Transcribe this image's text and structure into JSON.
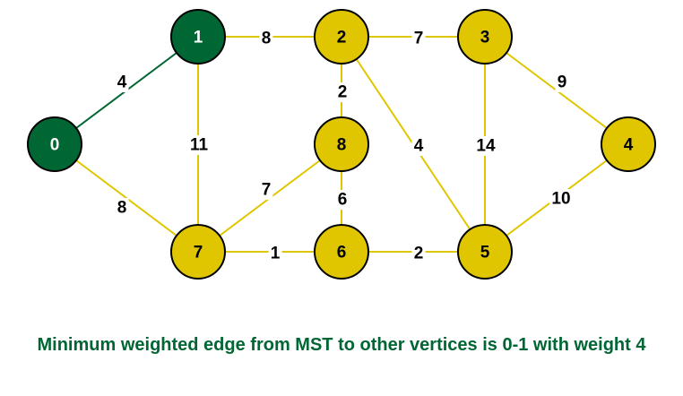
{
  "colors": {
    "mst_node": "#006633",
    "mst_edge": "#006633",
    "other_node": "#e0c600",
    "other_edge": "#e0c600",
    "mst_label": "#ffffff",
    "other_label": "#000000",
    "caption": "#006633"
  },
  "graph": {
    "nodes": [
      {
        "id": "0",
        "label": "0",
        "in_mst": true
      },
      {
        "id": "1",
        "label": "1",
        "in_mst": true
      },
      {
        "id": "2",
        "label": "2",
        "in_mst": false
      },
      {
        "id": "3",
        "label": "3",
        "in_mst": false
      },
      {
        "id": "4",
        "label": "4",
        "in_mst": false
      },
      {
        "id": "5",
        "label": "5",
        "in_mst": false
      },
      {
        "id": "6",
        "label": "6",
        "in_mst": false
      },
      {
        "id": "7",
        "label": "7",
        "in_mst": false
      },
      {
        "id": "8",
        "label": "8",
        "in_mst": false
      }
    ],
    "edges": [
      {
        "from": "0",
        "to": "1",
        "weight": "4",
        "in_mst": true
      },
      {
        "from": "0",
        "to": "7",
        "weight": "8",
        "in_mst": false
      },
      {
        "from": "1",
        "to": "2",
        "weight": "8",
        "in_mst": false
      },
      {
        "from": "1",
        "to": "7",
        "weight": "11",
        "in_mst": false
      },
      {
        "from": "2",
        "to": "3",
        "weight": "7",
        "in_mst": false
      },
      {
        "from": "2",
        "to": "8",
        "weight": "2",
        "in_mst": false
      },
      {
        "from": "2",
        "to": "5",
        "weight": "4",
        "in_mst": false
      },
      {
        "from": "3",
        "to": "4",
        "weight": "9",
        "in_mst": false
      },
      {
        "from": "3",
        "to": "5",
        "weight": "14",
        "in_mst": false
      },
      {
        "from": "4",
        "to": "5",
        "weight": "10",
        "in_mst": false
      },
      {
        "from": "5",
        "to": "6",
        "weight": "2",
        "in_mst": false
      },
      {
        "from": "6",
        "to": "7",
        "weight": "1",
        "in_mst": false
      },
      {
        "from": "6",
        "to": "8",
        "weight": "6",
        "in_mst": false
      },
      {
        "from": "7",
        "to": "8",
        "weight": "7",
        "in_mst": false
      }
    ]
  },
  "caption": "Minimum weighted edge from MST to other vertices is 0-1 with weight 4"
}
